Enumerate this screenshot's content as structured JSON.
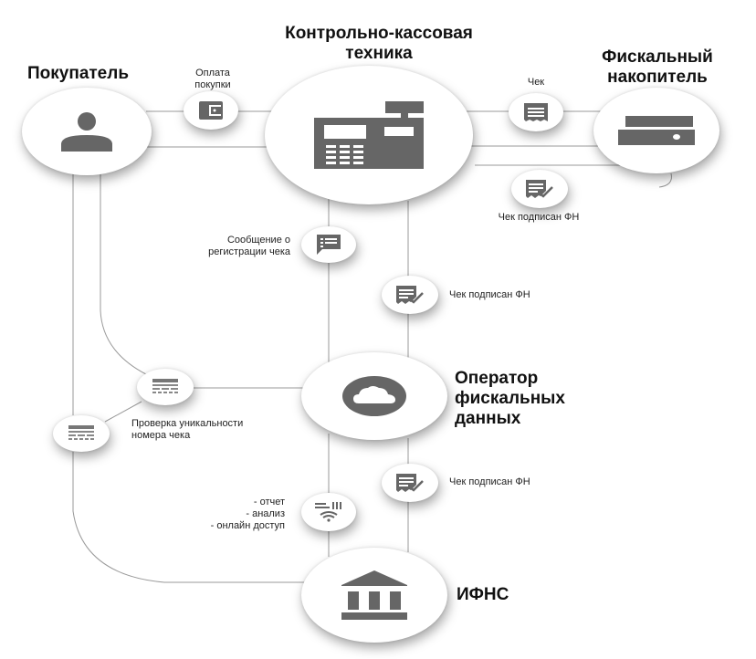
{
  "actors": {
    "buyer": {
      "title": "Покупатель",
      "icon": "person-icon"
    },
    "kkt": {
      "title_line1": "Контрольно-кассовая",
      "title_line2": "техника",
      "icon": "cash-register-icon"
    },
    "fn": {
      "title_line1": "Фискальный",
      "title_line2": "накопитель",
      "icon": "fiscal-drive-icon"
    },
    "ofd": {
      "title_line1": "Оператор",
      "title_line2": "фискальных",
      "title_line3": "данных",
      "icon": "cloud-icon"
    },
    "ifns": {
      "title": "ИФНС",
      "icon": "government-building-icon"
    }
  },
  "flows": {
    "payment": {
      "line1": "Оплата",
      "line2": "покупки",
      "icon": "wallet-icon"
    },
    "receipt": {
      "label": "Чек",
      "icon": "receipt-icon"
    },
    "signed_fn_top": {
      "label": "Чек подписан ФН",
      "icon": "signed-receipt-icon"
    },
    "registration_msg": {
      "line1": "Сообщение о",
      "line2": "регистрации чека",
      "icon": "message-icon"
    },
    "signed_fn_mid": {
      "label": "Чек подписан ФН",
      "icon": "signed-receipt-icon"
    },
    "uniqueness_check": {
      "line1": "Проверка уникальности",
      "line2": "номера чека",
      "icon": "table-icon"
    },
    "signed_fn_low": {
      "label": "Чек подписан ФН",
      "icon": "signed-receipt-icon"
    },
    "reports": {
      "line1": "- отчет",
      "line2": "- анализ",
      "line3": "- онлайн доступ",
      "icon": "analytics-wifi-icon"
    }
  },
  "colors": {
    "icon": "#666666",
    "line": "#999999",
    "text": "#111111"
  }
}
